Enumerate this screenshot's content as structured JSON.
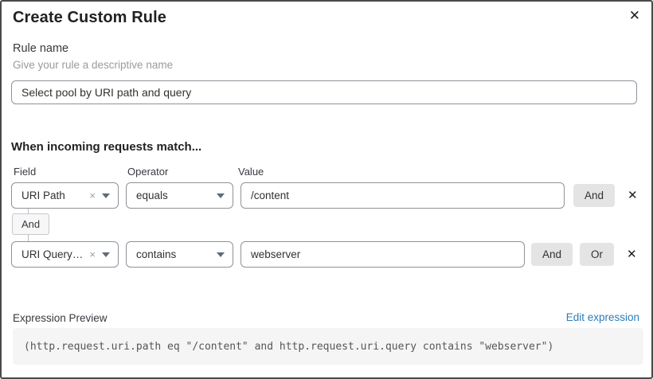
{
  "dialog": {
    "title": "Create Custom Rule"
  },
  "icons": {
    "close": "✕",
    "clear": "×",
    "delete_row": "✕"
  },
  "rule_name": {
    "label": "Rule name",
    "helper": "Give your rule a descriptive name",
    "value": "Select pool by URI path and query"
  },
  "match_section": {
    "heading": "When incoming requests match...",
    "columns": {
      "field": "Field",
      "operator": "Operator",
      "value": "Value"
    },
    "connector_label": "And",
    "and_label": "And",
    "or_label": "Or",
    "rows": [
      {
        "field": "URI Path",
        "operator": "equals",
        "value": "/content"
      },
      {
        "field": "URI Query St...",
        "operator": "contains",
        "value": "webserver"
      }
    ]
  },
  "expression": {
    "label": "Expression Preview",
    "edit_link": "Edit expression",
    "code": "(http.request.uri.path eq \"/content\" and http.request.uri.query contains \"webserver\")"
  },
  "colors": {
    "link_blue": "#2c7cba",
    "button_gray": "#e4e4e4",
    "code_box_bg": "#f5f5f5",
    "input_border": "#8f9299",
    "dialog_border": "#4a4a4a"
  }
}
